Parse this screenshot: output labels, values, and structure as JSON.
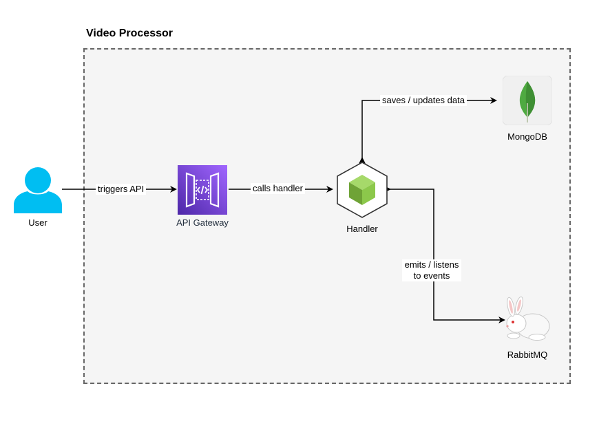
{
  "group": {
    "title": "Video Processor"
  },
  "nodes": {
    "user": {
      "label": "User",
      "icon": "user-icon",
      "color": "#00BEF2"
    },
    "api_gateway": {
      "label": "API Gateway",
      "icon": "api-gateway-icon",
      "color": "#7E3FE0",
      "label_color": "#232F3E"
    },
    "handler": {
      "label": "Handler",
      "icon": "nodejs-icon",
      "color": "#8CC84B"
    },
    "mongodb": {
      "label": "MongoDB",
      "icon": "mongodb-leaf-icon",
      "color": "#4FAA41"
    },
    "rabbitmq": {
      "label": "RabbitMQ",
      "icon": "rabbit-icon"
    }
  },
  "edges": {
    "user_to_gateway": {
      "label": "triggers API"
    },
    "gateway_to_handler": {
      "label": "calls handler"
    },
    "handler_mongodb": {
      "label": "saves / updates data"
    },
    "handler_rabbitmq": {
      "label_line1": "emits / listens",
      "label_line2": "to events"
    }
  }
}
